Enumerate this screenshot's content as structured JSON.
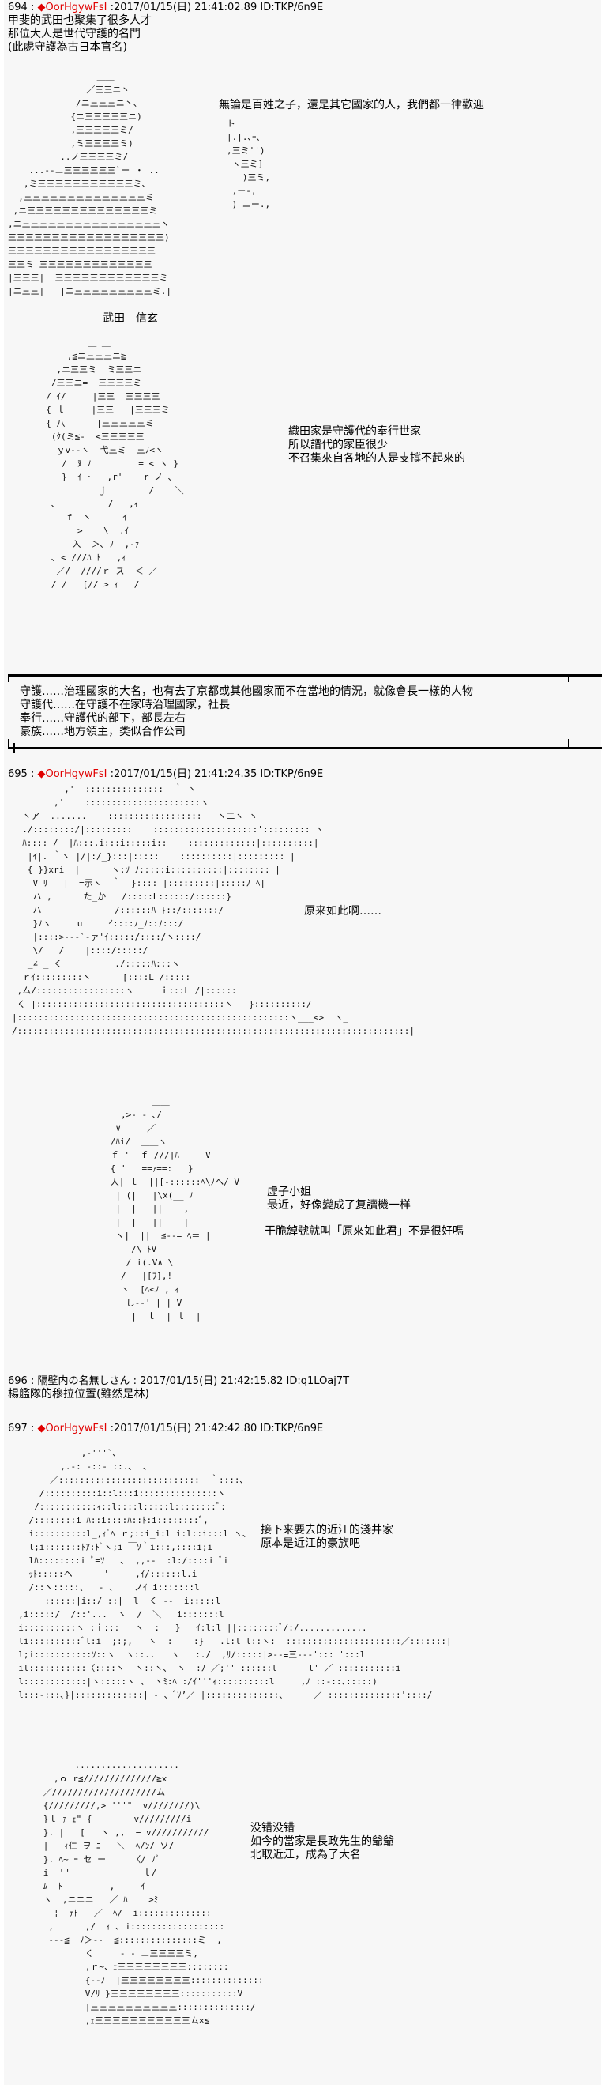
{
  "posts": [
    {
      "number": "694",
      "sep": " : ",
      "trip_mark": "◆",
      "name": "OorHgywFsI",
      "datetime": " :2017/01/15(日) 21:41:02.89 ID:TKP/6n9E",
      "intro": [
        "甲斐的武田也聚集了很多人才",
        "那位大人是世代守護的名門",
        "(此處守護為古日本官名)"
      ],
      "dialogue_1": "無論是百姓之子，還是其它國家的人，我們都一律歡迎",
      "caption_1": "武田　信玄",
      "dialogue_2": [
        "織田家是守護代的奉行世家",
        "所以譜代的家臣很少",
        "不召集來自各地的人是支撐不起來的"
      ],
      "notes": [
        "守護……治理國家的大名，也有去了京都或其他國家而不在當地的情況，就像會長一樣的人物",
        "守護代……在守護不在家時治理國家，社長",
        "奉行……守護代的部下，部長左右",
        "豪族……地方領主，类似合作公司"
      ]
    },
    {
      "number": "695",
      "sep": " : ",
      "trip_mark": "◆",
      "name": "OorHgywFsI",
      "datetime": " :2017/01/15(日) 21:41:24.35 ID:TKP/6n9E",
      "dialogue_1": "原来如此啊……",
      "dialogue_2": [
        "虛子小姐",
        "最近，好像變成了复讀機一样"
      ],
      "dialogue_3": "干脆綽號就叫「原來如此君」不是很好嗎"
    },
    {
      "number": "696",
      "sep": " : ",
      "name": "隔壁内の名無しさん",
      "datetime": " : 2017/01/15(日) 21:42:15.82 ID:q1LOaj7T",
      "body": "楊艦隊的穆拉位置(雖然是林)"
    },
    {
      "number": "697",
      "sep": " : ",
      "trip_mark": "◆",
      "name": "OorHgywFsI",
      "datetime": " :2017/01/15(日) 21:42:42.80 ID:TKP/6n9E",
      "dialogue_1": [
        "接下来要去的近江的淺井家",
        "原本是近江的豪族吧"
      ],
      "dialogue_2": [
        "没错没错",
        "如今的當家是長政先生的爺爺",
        "北取近江，成為了大名"
      ]
    }
  ],
  "aa": {
    "takeda": "                 ＿＿\n               ／三三ニ丶\n             /ニ三三三ニ丶、\n            {ニ三三三三三ニ)\n            ,三三三三三ミ/\n            ,ミ三三三三ミ)\n          ..ノ三三三三ミ/\n    ...-‐ニ三三三三三三`ー ・ ..\n   ,ミ三三三三三三三三三三三ミ、\n  ,三三三三三三三三三三三三三三ミ\n ,ニ三三三三三三三三三三三三三三ミ\n,ニ三三三三三三三三三三三三三三三三ヽ\n三三三三三三三三三三三三三三三三三三)\n三三三三三三三三三三三三三三三三三\n三三ミ 三三三三三三三三三三三三三\n|三三三|  三三三三三三三三三三三三ミ\n|ニ三三|   |ニ三三三三三三三三三ミ.|",
    "takeda_hand": "ト\n|.|.､ｰ､\n,三ミ'')\n ヽ三ミ]\n   )三ミ,\n ,ー‐,\n ) ニー.,",
    "oda": "          ＿ ＿\n      ,≦ニ三三三ニ≧\n    ,ニ三三ミ  ミ三三ニ\n   /三三ニ=  三三三三ミ\n  / ｲ/     |三三  三三三三\n  { ｌ     |三三   |三三三ミ\n  { 八      |三三三三三ミ\n   (ｸ(ミ≦‐  <三三三三三\n    ｙv-‐ヽ  弋三ミ  三ﾉ<ヽ\n     /  ﾇ ﾉ         = < ヽ }\n     }  ｲ ･   ,r'    r ノ ､\n            ｊ        /    ＼\n   ､          /   ,ｨ\n      f  ヽ      ｲ\n        >    \\  .ｲ\n       入  ＞､ ﾉ  ,-ｧ\n   ､ < ///ﾊ ﾄ   ,ｨ\n    ／/  ////ｒ ス  ＜ ／\n   / /   [// > ｨ   /",
    "kyoshi": "          ,'  :::::::::::::::  ｀ ヽ\n        ,'    ::::::::::::::::::::::ヽ\n  ヽア  .......    ::::::::::::::::::   ヽ二ヽ ヽ\n  ./::::::::/|:::::::::    ::::::::::::::::::::'::::::::: ヽ\n  ﾊ:::: /  |ﾊ:::,i:::i:::::i::    :::::::::::::|::::::::::|\n   |ｲ|. ｀ヽ |/|:/_}:::|:::::    ::::::::::|::::::::: |\n   { }}xri  |      ヽ:ｿ ﾉ:::::i::::::::::|:::::::: |\n    V ﾘ   |  =示ヽ  ｀  }:::: |:::::::::|:::::ﾉ ﾍ|\n    ハ ,      た_か   /:::::L::::::/::::::}\n    ハ              /::::::ﾊ }::/:::::::/\n    }ﾉヽ     u     ｲ::::ﾉ_ﾉ::ﾉ:::/\n    |::::>-‐-`‐ァ'ｲ:::::/::::/ヽ::::/\n    \\/   /    |::::/:::::/\n   _∠ _ く          ./:::::ﾊ:::ヽ\n  ｒｲ:::::::::ヽ      [::::L /:::::\n ,厶/:::::::::::::::::ヽ     ｉ:::L /|::::::\n く_|::::::::::::::::::::::::::::::::::::ヽ   }::::::::::/\n|::::::::::::::::::::::::::::::::::::::::::::::::::::ヽ___<>  ヽ_\n/:::::::::::::::::::::::::::::::::::::::::::::::::::::::::::::::::::::::::::|",
    "kyoshi2": "              ＿＿\n        ,>‐ ‐ ､/\n       ∨     ／\n      /ﾊi/  ＿＿ヽ\n      ｆ '  ｆ ///|ﾊ     V\n      { '   ==ｧ==:   }\n      人| ｌ  ||[-::::::ﾍ\\ﾉヘ/ V\n       | (|   |\\x(__ ﾉ\n       |  |   ||    ,\n       |  |   ||    |\n       ヽ|  ||  ≦--= ﾍ＝ |\n          /\\ ﾄV\n         / i(.V∧ \\\n        /   |[ﾌ],!\n        ヽ  [ﾍ<ﾉ , ｨ\n         し-‐' | | V\n          |  ｌ  | ｌ  |",
    "azai": "              ,-'''`､\n          ,.-: ‐::‐ ::.､  ､\n        ／:::::::::::::::::::::::::::  ｀::::､\n      /::::::::::i::l:::i:::::::::::::::ヽ\n     /:::::::::::ｨ::l::::l:::::l::::::::ﾞ:\n    /::::::::i_ﾊ::i::::ﾊ::ﾄ:i::::::::ﾞ,\n    i::::::::::l_,ｨﾞﾍ ｒ;::i_i:l i:l::i:::l ヽ、\n    l;i:::::::ﾄｱ:ﾄﾞヽ;i ￣ｿ｀i:::,::::i;i\n    lﾊ::::::::i ﾟ=ｿ   ､  ,,-‐  :l:/::::i ﾞi\n    ｯﾄ:::::ヘ      '     ,ｲ/::::::l.i\n    /::ヽ:::::、  ‐ ､    ノｲ i:::::::l\n       ::::::|i::/ ::|  l  く ‐‐  i:::::l\n  ,i:::::/  /::'...  ヽ  /  ＼   i:::::::l\n  i::::::::::ヽ :ｉ:::   ヽ  :   }   ｲ:l:l ||::::::::ﾞ/:/.............\n  li::::::::::ﾞl:i  ;:;,   ヽ  :    :}   .l:l l::ヽ:  ::::::::::::::::::::::／:::::::|\n  l;i:::::::::::ｿ::ヽ  ヽ::..   ヽ   :./  ,ﾘ/:::::|>‐‐≡三‐‐‐'::: ':::l\n  il:::::::::::〈::::ヽ  ヽ::ヽ、 ヽ  :ﾉ ／;'' ::::::l      l' ／ :::::::::::i\n  l::::::::::::|ヽ:::::ヽ 、 ヽﾐ:ﾍ :/ｲ'''ｨ::::::::::l     ,ﾉ ::‐::､:::::)\n  l:::‐:::､}|:::::::::::::| ‐ 、ﾞｿ’／ |::::::::::::::、     ／ ::::::::::::::'::::/",
    "nagamasa": "          _ .................... _\n        ,ｏ r≦//////////////≧x\n      ／////////////////////ム\n      {/////////,> '''\"  v////////)\\\n      }ｌ ｧ ｪ\" {        v/////////i\n      }. |   [   ヽ ,,  ≡ v///////////\n      |   ｨ仁 ヲ ﾆ   ＼  ﾍ/ﾝ/ ソ/\n      }. ﾍ~ ｰ セ ー     〈/ ﾉﾞ\n      i  '\"              ｌ/\n      ﾑ  ﾄ         ,     ｲ\n      ヽ  ,ニニニ   ／ ﾊ    >ﾐ\n        ¦  ﾃﾄ   ／  ﾍ/  i::::::::::::::\n       ,      ,/  ｨ ､ i::::::::::::::::::\n       ‐‐‐≦  ﾉ＞‐‐  ≦:::::::::::::::ミ  ,\n              く     ‐ ‐ ニ三三三三ミ,\n              ,ｒ~、ｪ三三三三三三三三::::::::\n              {‐‐ﾉ  |三三三三三三三三::::::::::::::\n              V/ﾘ }三三三三三三三三:::::::::::V\n              |三三三三三三三三三三::::::::::::::/\n              ,ｪ三三三三三三三三三三三ム×≦"
  }
}
